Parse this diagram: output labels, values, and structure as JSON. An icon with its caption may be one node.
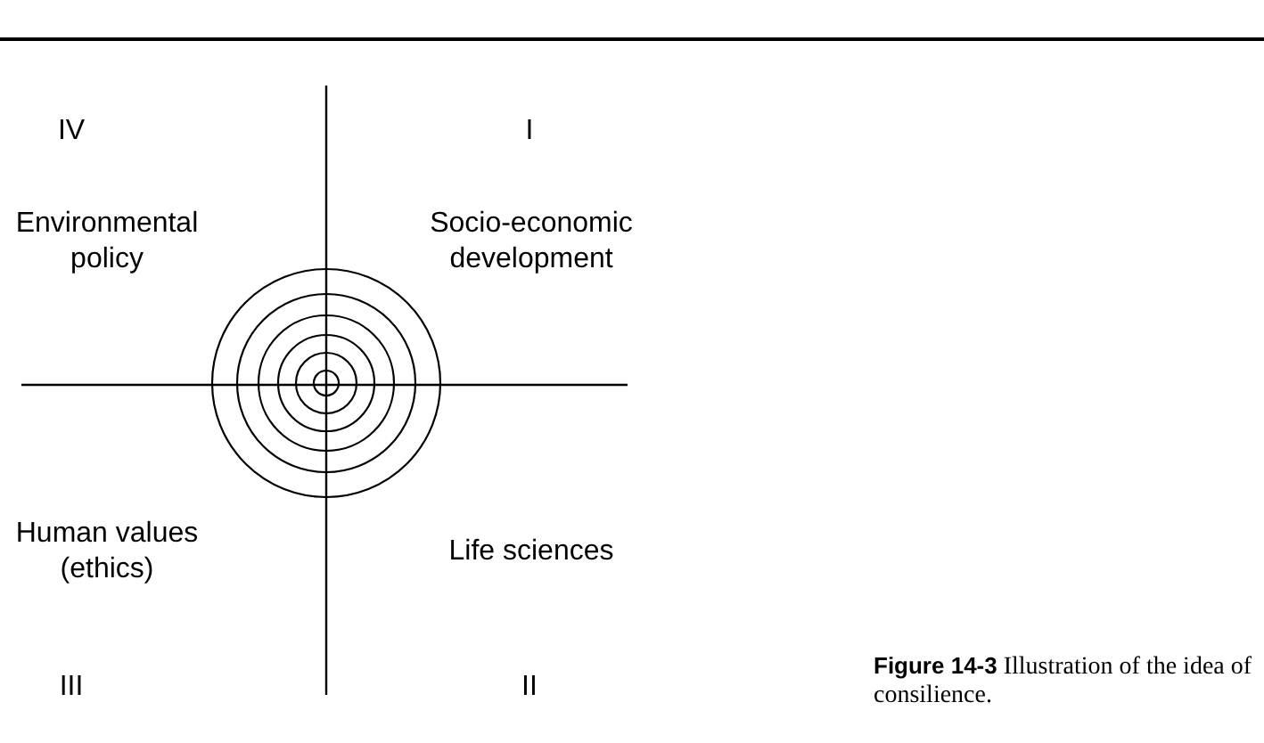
{
  "diagram": {
    "caption": "**Figure 14-3** Illustration of the idea of consilience.",
    "labels": [
      "IV",
      "I",
      "Environmental policy",
      "Socio-economic development",
      "Human values (ethics)",
      "Life sciences",
      "III",
      "II"
    ]
  }
}
